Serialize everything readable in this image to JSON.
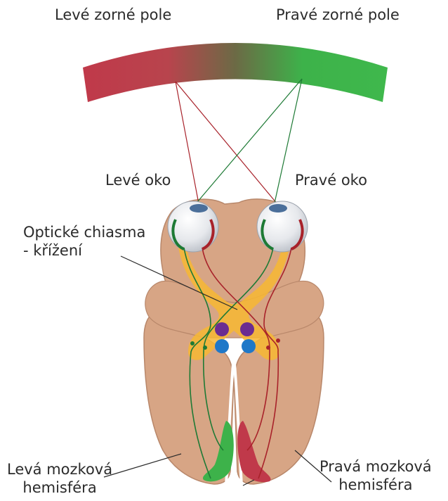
{
  "labels": {
    "left_visual_field": "Levé zorné pole",
    "right_visual_field": "Pravé zorné pole",
    "left_eye": "Levé oko",
    "right_eye": "Pravé oko",
    "chiasma_line1": "Optické chiasma",
    "chiasma_line2": "- křížení",
    "left_hemisphere_line1": "Levá mozková",
    "left_hemisphere_line2": "hemisféra",
    "right_hemisphere_line1": "Pravá mozková",
    "right_hemisphere_line2": "hemisféra"
  },
  "colors": {
    "left_field": "#c0394a",
    "right_field": "#3db24a",
    "brain": "#d7a585",
    "brain_outline": "#b8876a",
    "optic_pathway": "#f7b733",
    "red_tract": "#a8222a",
    "green_tract": "#1e7a35",
    "nucleus_purple": "#6b2d91",
    "nucleus_blue": "#1f78c8",
    "text": "#2b2b2b"
  }
}
